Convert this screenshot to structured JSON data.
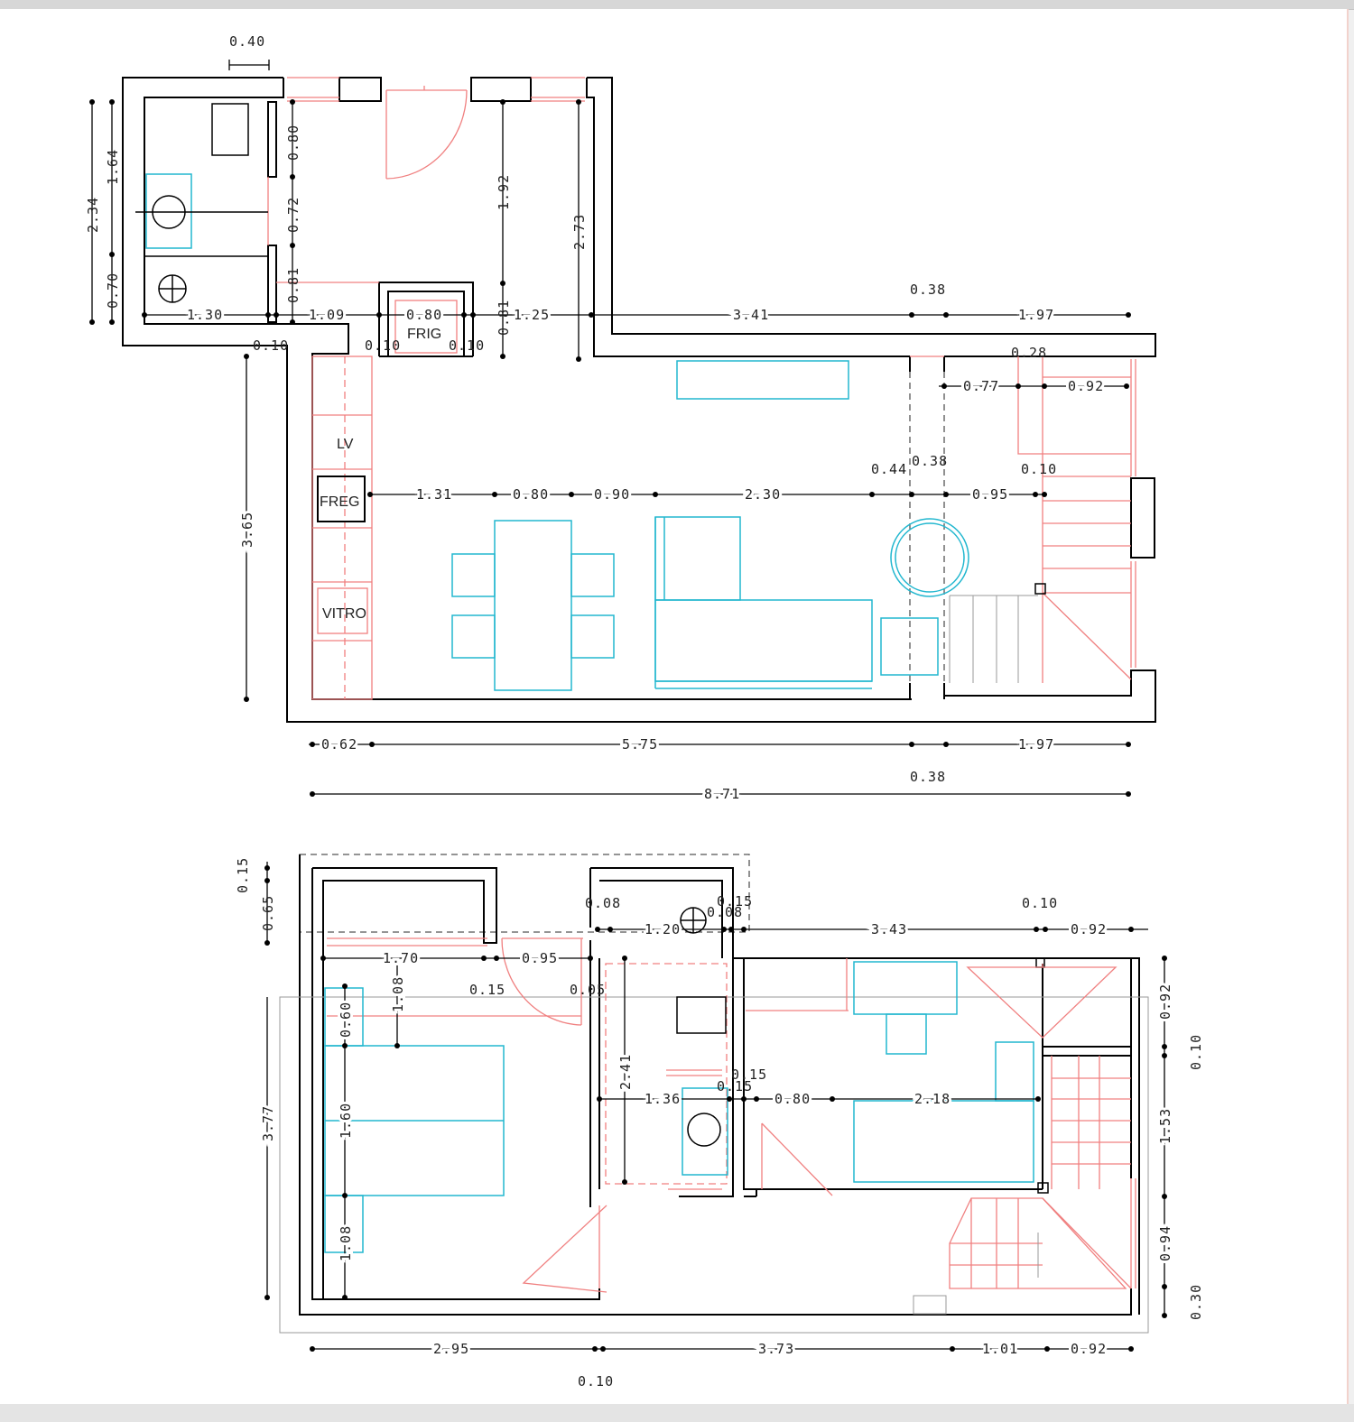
{
  "colors": {
    "walls": "#000000",
    "furniture": "#22b7cf",
    "fixtures": "#f08080",
    "dimensions": "#222222"
  },
  "ground_floor": {
    "labels": {
      "frig": "FRIG",
      "lv": "LV",
      "freg": "FREG",
      "vitro": "VITRO"
    },
    "dims": {
      "d040": "0.40",
      "d234": "2.34",
      "d164": "1.64",
      "d070": "0.70",
      "d080v": "0.80",
      "d072": "0.72",
      "d081a": "0.81",
      "d192": "1.92",
      "d081b": "0.81",
      "d273": "2.73",
      "d130": "1.30",
      "d109": "1.09",
      "d080h": "0.80",
      "d125": "1.25",
      "d341": "3.41",
      "d038t": "0.38",
      "d197t": "1.97",
      "d010a": "0.10",
      "d010b": "0.10",
      "d010c": "0.10",
      "d028": "0.28",
      "d077": "0.77",
      "d092": "0.92",
      "d365": "3.65",
      "d044": "0.44",
      "d038m": "0.38",
      "d010d": "0.10",
      "d131": "1.31",
      "d080m": "0.80",
      "d090": "0.90",
      "d230": "2.30",
      "d095": "0.95",
      "d062": "0.62",
      "d575": "5.75",
      "d197b": "1.97",
      "d038b": "0.38",
      "d871": "8.71"
    }
  },
  "upper_floor": {
    "dims": {
      "d015a": "0.15",
      "d065": "0.65",
      "d008": "0.08",
      "d015b": "0.15",
      "d008b": "0.08",
      "d120": "1.20",
      "d343": "3.43",
      "d010a": "0.10",
      "d092a": "0.92",
      "d170": "1.70",
      "d095": "0.95",
      "d015c": "0.15",
      "d005": "0.05",
      "d108a": "1.08",
      "d060": "0.60",
      "d377": "3.77",
      "d241": "2.41",
      "d015d": "0.15",
      "d015e": "0.15",
      "d136": "1.36",
      "d080": "0.80",
      "d218": "2.18",
      "d160": "1.60",
      "d108b": "1.08",
      "d092b": "0.92",
      "d010b": "0.10",
      "d153": "1.53",
      "d094": "0.94",
      "d030": "0.30",
      "d295": "2.95",
      "d373": "3.73",
      "d101": "1.01",
      "d092c": "0.92",
      "d010c": "0.10"
    }
  }
}
